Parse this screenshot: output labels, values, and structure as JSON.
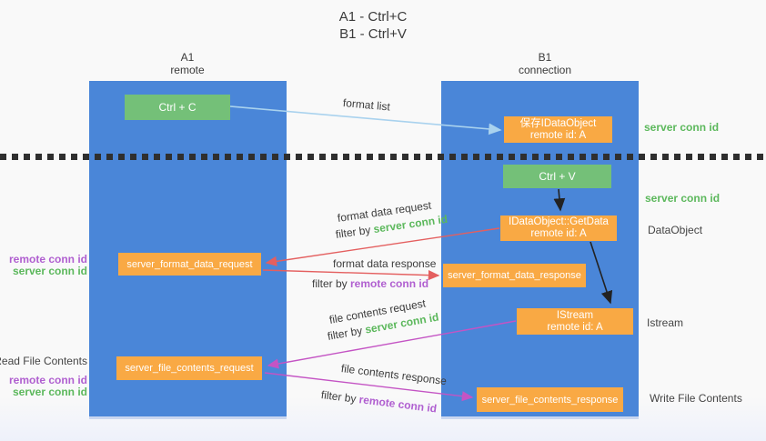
{
  "title": {
    "line1": "A1 - Ctrl+C",
    "line2": "B1 - Ctrl+V"
  },
  "lifelines": {
    "left": {
      "title": "A1",
      "subtitle": "remote"
    },
    "right": {
      "title": "B1",
      "subtitle": "connection"
    }
  },
  "nodes": {
    "ctrl_c": {
      "label": "Ctrl + C"
    },
    "ctrl_v": {
      "label": "Ctrl + V"
    },
    "save_dataobject": {
      "line1": "保存IDataObject",
      "line2": "remote id: A"
    },
    "getdata": {
      "line1": "IDataObject::GetData",
      "line2": "remote id: A"
    },
    "istream": {
      "line1": "IStream",
      "line2": "remote id: A"
    },
    "format_request": {
      "label": "server_format_data_request"
    },
    "format_response": {
      "label": "server_format_data_response"
    },
    "file_request": {
      "label": "server_file_contents_request"
    },
    "file_response": {
      "label": "server_file_contents_response"
    }
  },
  "messages": {
    "format_list": {
      "label": "format list"
    },
    "format_data_request": {
      "label": "format data request",
      "filter_prefix": "filter by ",
      "filter_key": "server conn id"
    },
    "format_data_response": {
      "label": "format data response",
      "filter_prefix": "filter by ",
      "filter_key": "remote conn id"
    },
    "file_contents_request": {
      "label": "file contents request",
      "filter_prefix": "filter by ",
      "filter_key": "server conn id"
    },
    "file_contents_response": {
      "label": "file contents response",
      "filter_prefix": "filter by ",
      "filter_key": "remote conn id"
    }
  },
  "annotations": {
    "right": [
      {
        "text": "server conn id"
      },
      {
        "text": "server conn id"
      },
      {
        "text": "DataObject"
      },
      {
        "text": "Istream"
      },
      {
        "text": "Write File Contents"
      }
    ],
    "left": {
      "group1": {
        "remote": "remote conn id",
        "server": "server conn id"
      },
      "read_file": "Read File Contents",
      "group2": {
        "remote": "remote conn id",
        "server": "server conn id"
      }
    }
  },
  "colors": {
    "lifeline_blue": "#4a86d8",
    "node_green": "#74c078",
    "node_orange": "#f9a944",
    "arrow_light_blue": "#a9d2ee",
    "arrow_red": "#e45f5f",
    "arrow_magenta": "#c454c4",
    "arrow_black": "#222222",
    "key_green": "#5cb85c",
    "key_purple": "#b05fd0"
  }
}
